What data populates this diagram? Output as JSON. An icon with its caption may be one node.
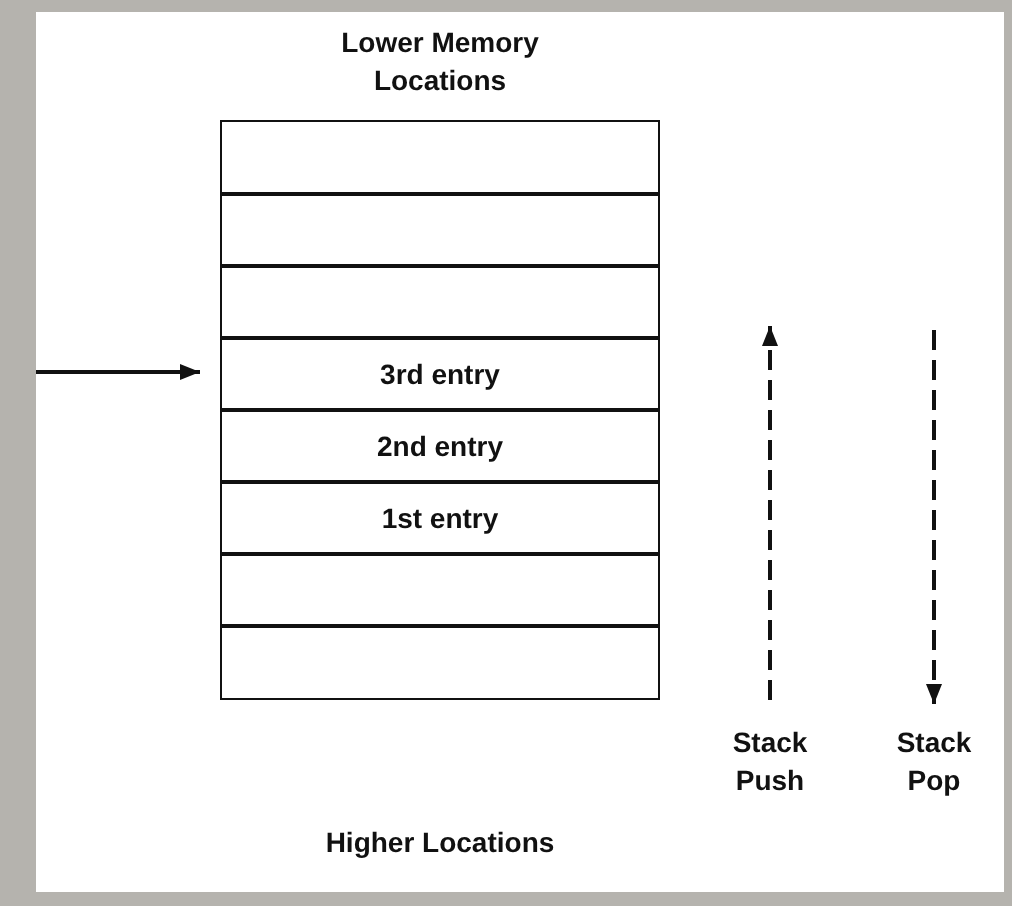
{
  "diagram": {
    "nodes": [
      {
        "text": [],
        "shape": "box"
      },
      {
        "text": [],
        "shape": "box"
      },
      {
        "text": [],
        "shape": "box"
      },
      {
        "text": [
          "3rd entry"
        ]
      },
      {
        "text": [
          "2nd entry"
        ]
      },
      {
        "text": [
          "1st entry"
        ]
      },
      {
        "text": [],
        "shape": "box"
      },
      {
        "text": [],
        "shape": "box"
      }
    ],
    "edges": [
      {
        "from": null,
        "to": 3,
        "arrow": "to"
      }
    ],
    "labels": [
      "Lower Memory Locations",
      "Stack Push",
      "Stack Pop",
      "Higher Locations"
    ]
  }
}
